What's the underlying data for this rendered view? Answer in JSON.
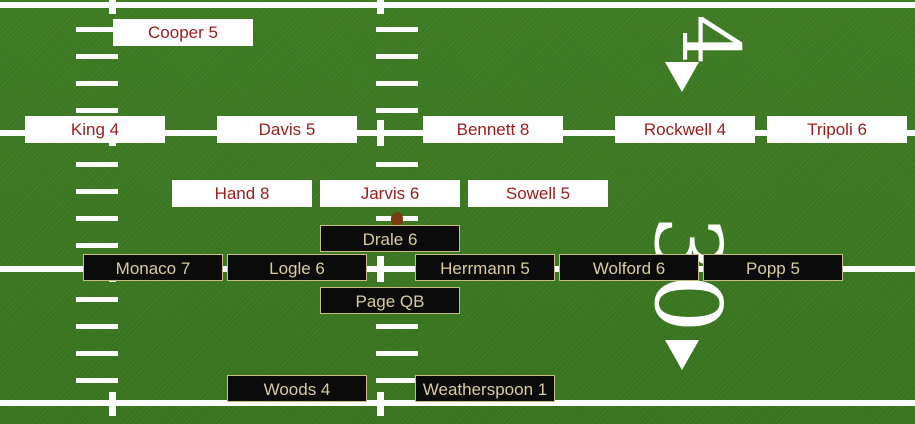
{
  "colors": {
    "field_green": "#3d7a22",
    "line_white": "#ffffff",
    "defense_text": "#9b1b1b",
    "offense_bg": "#0b0b0b",
    "offense_text": "#d8cc9c",
    "ball_brown": "#7a3a12"
  },
  "field": {
    "numbers": [
      {
        "id": "upper",
        "text": "4"
      },
      {
        "id": "lower",
        "text": "30"
      }
    ],
    "icons": [
      "direction-arrow-icon",
      "football-icon"
    ]
  },
  "defense": [
    {
      "id": "cooper",
      "label": "Cooper 5"
    },
    {
      "id": "king",
      "label": "King 4"
    },
    {
      "id": "davis",
      "label": "Davis 5"
    },
    {
      "id": "bennett",
      "label": "Bennett 8"
    },
    {
      "id": "rockwell",
      "label": "Rockwell 4"
    },
    {
      "id": "tripoli",
      "label": "Tripoli 6"
    },
    {
      "id": "hand",
      "label": "Hand 8"
    },
    {
      "id": "jarvis",
      "label": "Jarvis 6"
    },
    {
      "id": "sowell",
      "label": "Sowell 5"
    }
  ],
  "offense": [
    {
      "id": "drale",
      "label": "Drale 6"
    },
    {
      "id": "monaco",
      "label": "Monaco 7"
    },
    {
      "id": "logle",
      "label": "Logle 6"
    },
    {
      "id": "herrmann",
      "label": "Herrmann 5"
    },
    {
      "id": "wolford",
      "label": "Wolford 6"
    },
    {
      "id": "popp",
      "label": "Popp 5"
    },
    {
      "id": "page",
      "label": "Page QB"
    },
    {
      "id": "woods",
      "label": "Woods 4"
    },
    {
      "id": "weatherspoon",
      "label": "Weatherspoon 1"
    }
  ]
}
